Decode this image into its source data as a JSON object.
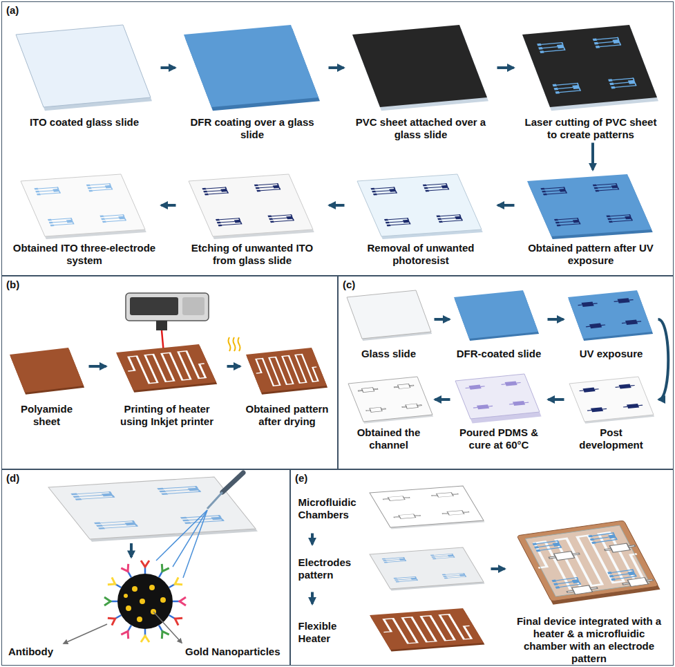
{
  "diagram": {
    "nodes": [
      {
        "text": [
          "(a)"
        ]
      },
      {
        "text": [
          "ITO coated glass slide"
        ],
        "in": 0
      },
      {
        "text": [
          "DFR coating over a glass slide"
        ],
        "in": 0
      },
      {
        "text": [
          "PVC sheet attached over a glass slide"
        ],
        "in": 0
      },
      {
        "text": [
          "Laser cutting of PVC sheet to create patterns"
        ],
        "in": 0
      },
      {
        "text": [
          "Obtained pattern after UV exposure"
        ],
        "in": 0
      },
      {
        "text": [
          "Removal of unwanted photoresist"
        ],
        "in": 0
      },
      {
        "text": [
          "Etching of unwanted ITO from glass slide"
        ],
        "in": 0
      },
      {
        "text": [
          "Obtained ITO three-electrode system"
        ],
        "in": 0
      },
      {
        "text": [
          "(b)"
        ]
      },
      {
        "text": [
          "Polyamide sheet"
        ],
        "in": 9
      },
      {
        "text": [
          "Printing of heater using Inkjet printer"
        ],
        "in": 9
      },
      {
        "text": [
          "Obtained pattern after drying"
        ],
        "in": 9
      },
      {
        "text": [
          "(c)"
        ]
      },
      {
        "text": [
          "Glass slide"
        ],
        "in": 13
      },
      {
        "text": [
          "DFR-coated slide"
        ],
        "in": 13
      },
      {
        "text": [
          "UV exposure"
        ],
        "in": 13
      },
      {
        "text": [
          "Post development"
        ],
        "in": 13
      },
      {
        "text": [
          "Poured PDMS & cure at 60°C"
        ],
        "in": 13
      },
      {
        "text": [
          "Obtained the channel"
        ],
        "in": 13
      },
      {
        "text": [
          "(d)"
        ]
      },
      {
        "text": [
          "(e)"
        ]
      },
      {
        "text": [
          "Microfluidic Chambers"
        ],
        "in": 21
      },
      {
        "text": [
          "Electrodes pattern"
        ],
        "in": 21
      },
      {
        "text": [
          "Flexible Heater"
        ],
        "in": 21
      },
      {
        "text": [
          "Final device integrated with a heater & a microfluidic chamber with an electrode pattern"
        ],
        "in": 21
      }
    ],
    "edges": [
      {
        "from": 1,
        "to": 2,
        "arrow": "to"
      },
      {
        "from": 2,
        "to": 3,
        "arrow": "to"
      },
      {
        "from": 3,
        "to": 4,
        "arrow": "to"
      },
      {
        "from": 4,
        "to": 5,
        "arrow": "to"
      },
      {
        "from": 5,
        "to": 6,
        "arrow": "to"
      },
      {
        "from": 6,
        "to": 7,
        "arrow": "to"
      },
      {
        "from": 7,
        "to": 8,
        "arrow": "to"
      },
      {
        "from": 10,
        "to": 11,
        "arrow": "to"
      },
      {
        "from": 11,
        "to": 12,
        "arrow": "to"
      },
      {
        "from": 14,
        "to": 15,
        "arrow": "to"
      },
      {
        "from": 15,
        "to": 16,
        "arrow": "to"
      },
      {
        "from": 16,
        "to": 17,
        "arrow": "to"
      },
      {
        "from": 17,
        "to": 18,
        "arrow": "to"
      },
      {
        "from": 18,
        "to": 19,
        "arrow": "to"
      },
      {
        "from": 22,
        "to": 23,
        "arrow": "to"
      },
      {
        "from": 23,
        "to": 24,
        "arrow": "to"
      },
      {
        "from": 23,
        "to": 25,
        "arrow": "to"
      }
    ],
    "labels": [
      "Antibody",
      "Gold Nanoparticles"
    ]
  }
}
